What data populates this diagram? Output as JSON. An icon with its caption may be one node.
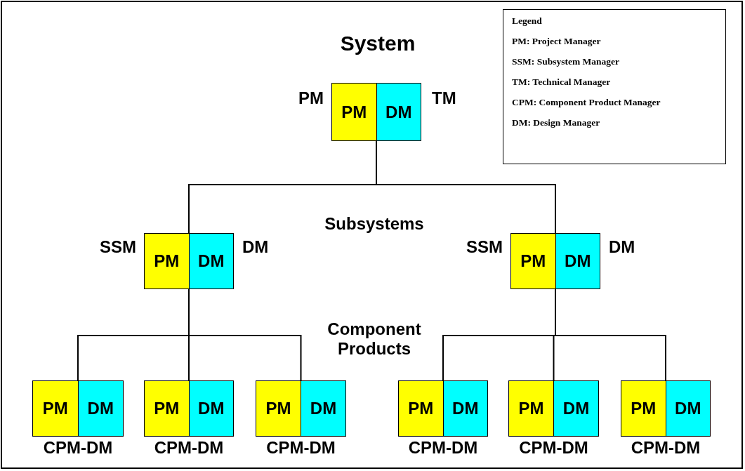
{
  "diagram": {
    "nodes": [
      {
        "text": [],
        "shape": "box",
        "beside": [
          "PM",
          "TM"
        ]
      },
      {
        "text": [
          "PM"
        ],
        "in": 0
      },
      {
        "text": [
          "DM"
        ],
        "in": 0
      },
      {
        "text": [],
        "shape": "box",
        "beside": [
          "SSM",
          "DM"
        ]
      },
      {
        "text": [
          "PM"
        ],
        "in": 3
      },
      {
        "text": [
          "DM"
        ],
        "in": 3
      },
      {
        "text": [],
        "shape": "box",
        "beside": [
          "SSM",
          "DM"
        ]
      },
      {
        "text": [
          "PM"
        ],
        "in": 6
      },
      {
        "text": [
          "DM"
        ],
        "in": 6
      },
      {
        "text": [],
        "shape": "box",
        "beside": [
          "CPM-DM"
        ]
      },
      {
        "text": [
          "PM"
        ],
        "in": 9
      },
      {
        "text": [
          "DM"
        ],
        "in": 9
      },
      {
        "text": [],
        "shape": "box",
        "beside": [
          "CPM-DM"
        ]
      },
      {
        "text": [
          "PM"
        ],
        "in": 12
      },
      {
        "text": [
          "DM"
        ],
        "in": 12
      },
      {
        "text": [],
        "shape": "box",
        "beside": [
          "CPM-DM"
        ]
      },
      {
        "text": [
          "PM"
        ],
        "in": 15
      },
      {
        "text": [
          "DM"
        ],
        "in": 15
      },
      {
        "text": [],
        "shape": "box",
        "beside": [
          "CPM-DM"
        ]
      },
      {
        "text": [
          "PM"
        ],
        "in": 18
      },
      {
        "text": [
          "DM"
        ],
        "in": 18
      },
      {
        "text": [],
        "shape": "box",
        "beside": [
          "CPM-DM"
        ]
      },
      {
        "text": [
          "PM"
        ],
        "in": 21
      },
      {
        "text": [
          "DM"
        ],
        "in": 21
      },
      {
        "text": [],
        "shape": "box",
        "beside": [
          "CPM-DM"
        ]
      },
      {
        "text": [
          "PM"
        ],
        "in": 24
      },
      {
        "text": [
          "DM"
        ],
        "in": 24
      }
    ],
    "edges": [
      {
        "from": 0,
        "to": 3,
        "arrow": "none"
      },
      {
        "from": 0,
        "to": 6,
        "arrow": "none"
      },
      {
        "from": 3,
        "to": 9,
        "arrow": "none"
      },
      {
        "from": 3,
        "to": 12,
        "arrow": "none"
      },
      {
        "from": 3,
        "to": 15,
        "arrow": "none"
      },
      {
        "from": 6,
        "to": 18,
        "arrow": "none"
      },
      {
        "from": 6,
        "to": 21,
        "arrow": "none"
      },
      {
        "from": 6,
        "to": 24,
        "arrow": "none"
      }
    ],
    "labels": [
      "System",
      "Legend",
      "Subsystems",
      "Component Products"
    ],
    "legend": [
      {
        "text": "PM: Project Manager"
      },
      {
        "text": "SSM: Subsystem Manager"
      },
      {
        "text": "TM: Technical Manager"
      },
      {
        "text": "CPM: Component Product Manager"
      },
      {
        "text": "DM: Design Manager"
      }
    ]
  }
}
